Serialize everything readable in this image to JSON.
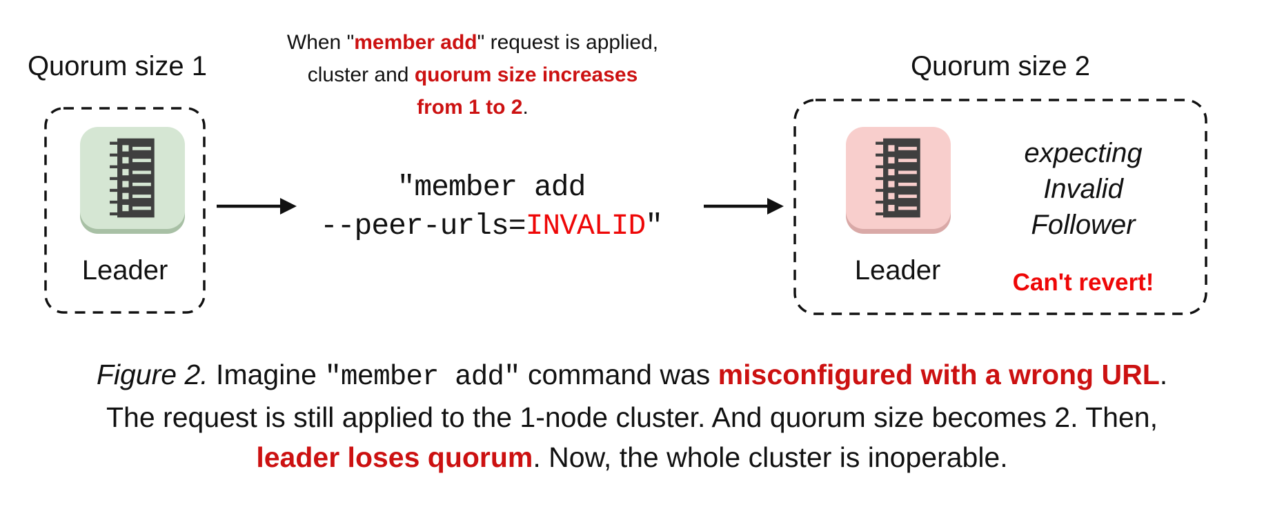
{
  "colors": {
    "ink": "#111111",
    "red": "#cc1111",
    "red_bright": "#ee0707",
    "green_fill": "#d5e6d3",
    "green_rim": "#a8c0a5",
    "pink_fill": "#f8cecc",
    "pink_rim": "#d9a9a7",
    "glyph": "#3f3f3f"
  },
  "left_cluster": {
    "title": "Quorum size 1",
    "node_label": "Leader"
  },
  "right_cluster": {
    "title": "Quorum size 2",
    "node_label": "Leader",
    "expect_lines": [
      "expecting",
      "Invalid",
      "Follower"
    ],
    "warning": "Can't revert!"
  },
  "middle": {
    "note_lines": [
      [
        {
          "t": "When \"",
          "s": "plain"
        },
        {
          "t": "member add",
          "s": "redbold"
        },
        {
          "t": "\" request is applied,",
          "s": "plain"
        }
      ],
      [
        {
          "t": "cluster and ",
          "s": "plain"
        },
        {
          "t": "quorum size increases",
          "s": "redbold"
        }
      ],
      [
        {
          "t": "from 1 to 2",
          "s": "redbold"
        },
        {
          "t": ".",
          "s": "plain"
        }
      ]
    ],
    "command_lines": [
      [
        {
          "t": "\"member add",
          "s": "mono"
        }
      ],
      [
        {
          "t": "--peer-urls=",
          "s": "mono"
        },
        {
          "t": "INVALID",
          "s": "monored"
        },
        {
          "t": "\"",
          "s": "mono"
        }
      ]
    ]
  },
  "caption": {
    "lines": [
      [
        {
          "t": "Figure 2.",
          "s": "italic"
        },
        {
          "t": " Imagine ",
          "s": "plain"
        },
        {
          "t": "\"member add\"",
          "s": "mono"
        },
        {
          "t": " command was ",
          "s": "plain"
        },
        {
          "t": "misconfigured with a wrong URL",
          "s": "redbold"
        },
        {
          "t": ".",
          "s": "plain"
        }
      ],
      [
        {
          "t": "The request is still applied to the 1-node cluster. And quorum size becomes 2. Then,",
          "s": "plain"
        }
      ],
      [
        {
          "t": "leader loses quorum",
          "s": "redbold"
        },
        {
          "t": ". Now, the whole cluster is inoperable.",
          "s": "plain"
        }
      ]
    ]
  }
}
